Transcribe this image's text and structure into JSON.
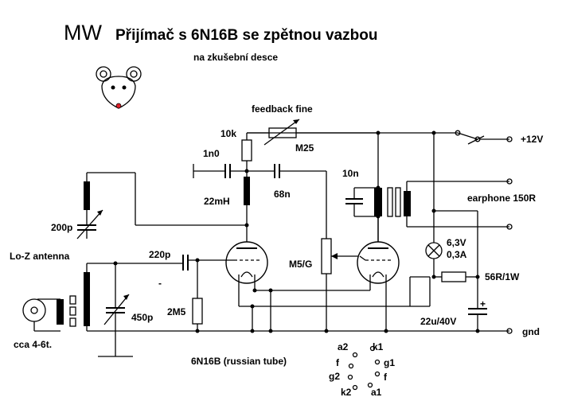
{
  "title": {
    "prefix": "MW",
    "main": "Přijímač s 6N16B se zpětnou vazbou",
    "subtitle": "na zkušební desce"
  },
  "labels": {
    "feedback_fine": "feedback fine",
    "r_10k": "10k",
    "r_m25": "M25",
    "c_1n0": "1n0",
    "l_22mh": "22mH",
    "c_68n": "68n",
    "c_10n": "10n",
    "earphone": "earphone 150R",
    "plus12v": "+12V",
    "c_200p": "200p",
    "lo_z_antenna": "Lo-Z antenna",
    "c_220p": "220p",
    "pot_m5g": "M5/G",
    "lamp": "6,3V\n0,3A",
    "lamp_line1": "6,3V",
    "lamp_line2": "0,3A",
    "r_56r": "56R/1W",
    "c_450p": "450p",
    "r_2m5": "2M5",
    "c_22u": "22u/40V",
    "plus_mark": "+",
    "gnd": "gnd",
    "turns": "cca 4-6t.",
    "tube_name": "6N16B (russian tube)"
  },
  "pinout": {
    "a2": "a2",
    "k1": "k1",
    "f_left": "f",
    "g1": "g1",
    "g2": "g2",
    "f_right": "f",
    "k2": "k2",
    "a1": "a1"
  },
  "colors": {
    "ink": "#000000",
    "background": "#ffffff",
    "mascot_nose": "#e0202a"
  },
  "icons": [
    "mouse-mascot-icon"
  ]
}
